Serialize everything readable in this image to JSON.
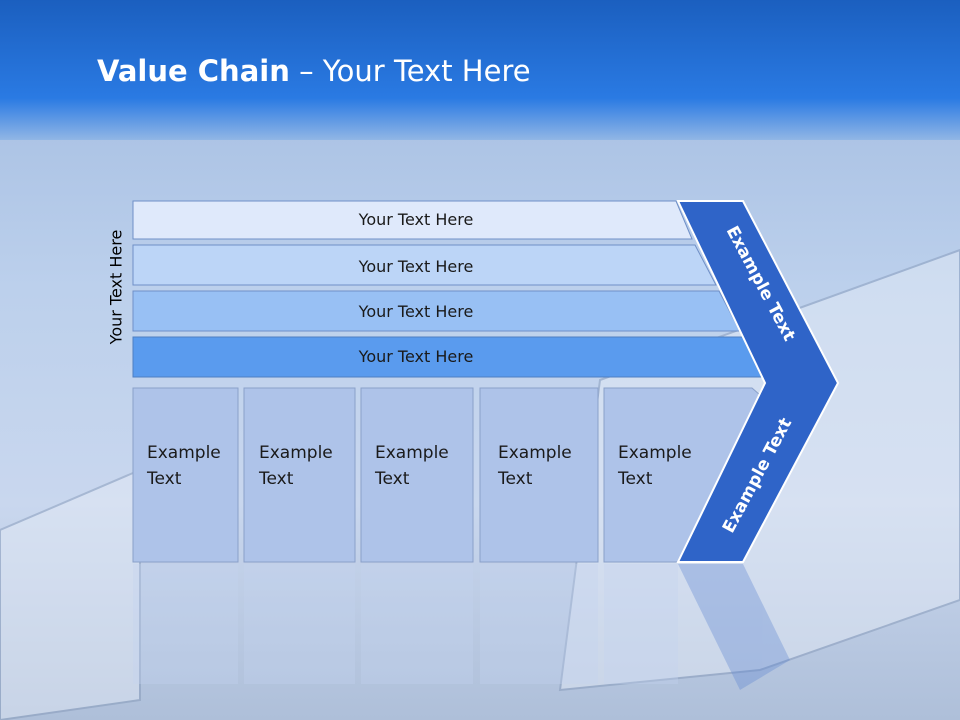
{
  "slide": {
    "title_bold": "Value Chain",
    "title_rest": " – Your Text Here",
    "side_label": "Your Text Here"
  },
  "rows": [
    {
      "label": "Your Text Here"
    },
    {
      "label": "Your Text Here"
    },
    {
      "label": "Your Text Here"
    },
    {
      "label": "Your Text Here"
    }
  ],
  "boxes": [
    {
      "line1": "Example",
      "line2": "Text"
    },
    {
      "line1": "Example",
      "line2": "Text"
    },
    {
      "line1": "Example",
      "line2": "Text"
    },
    {
      "line1": "Example",
      "line2": "Text"
    },
    {
      "line1": "Example",
      "line2": "Text"
    }
  ],
  "chevron": {
    "upper_label": "Example Text",
    "lower_label": "Example Text"
  },
  "colors": {
    "header": "#1f67cc",
    "chevron": "#2f64c8",
    "row1": "#dfe9fb",
    "row2": "#bcd5f7",
    "row3": "#98c0f4",
    "row4": "#5a9bee",
    "box": "#aec3e9"
  }
}
